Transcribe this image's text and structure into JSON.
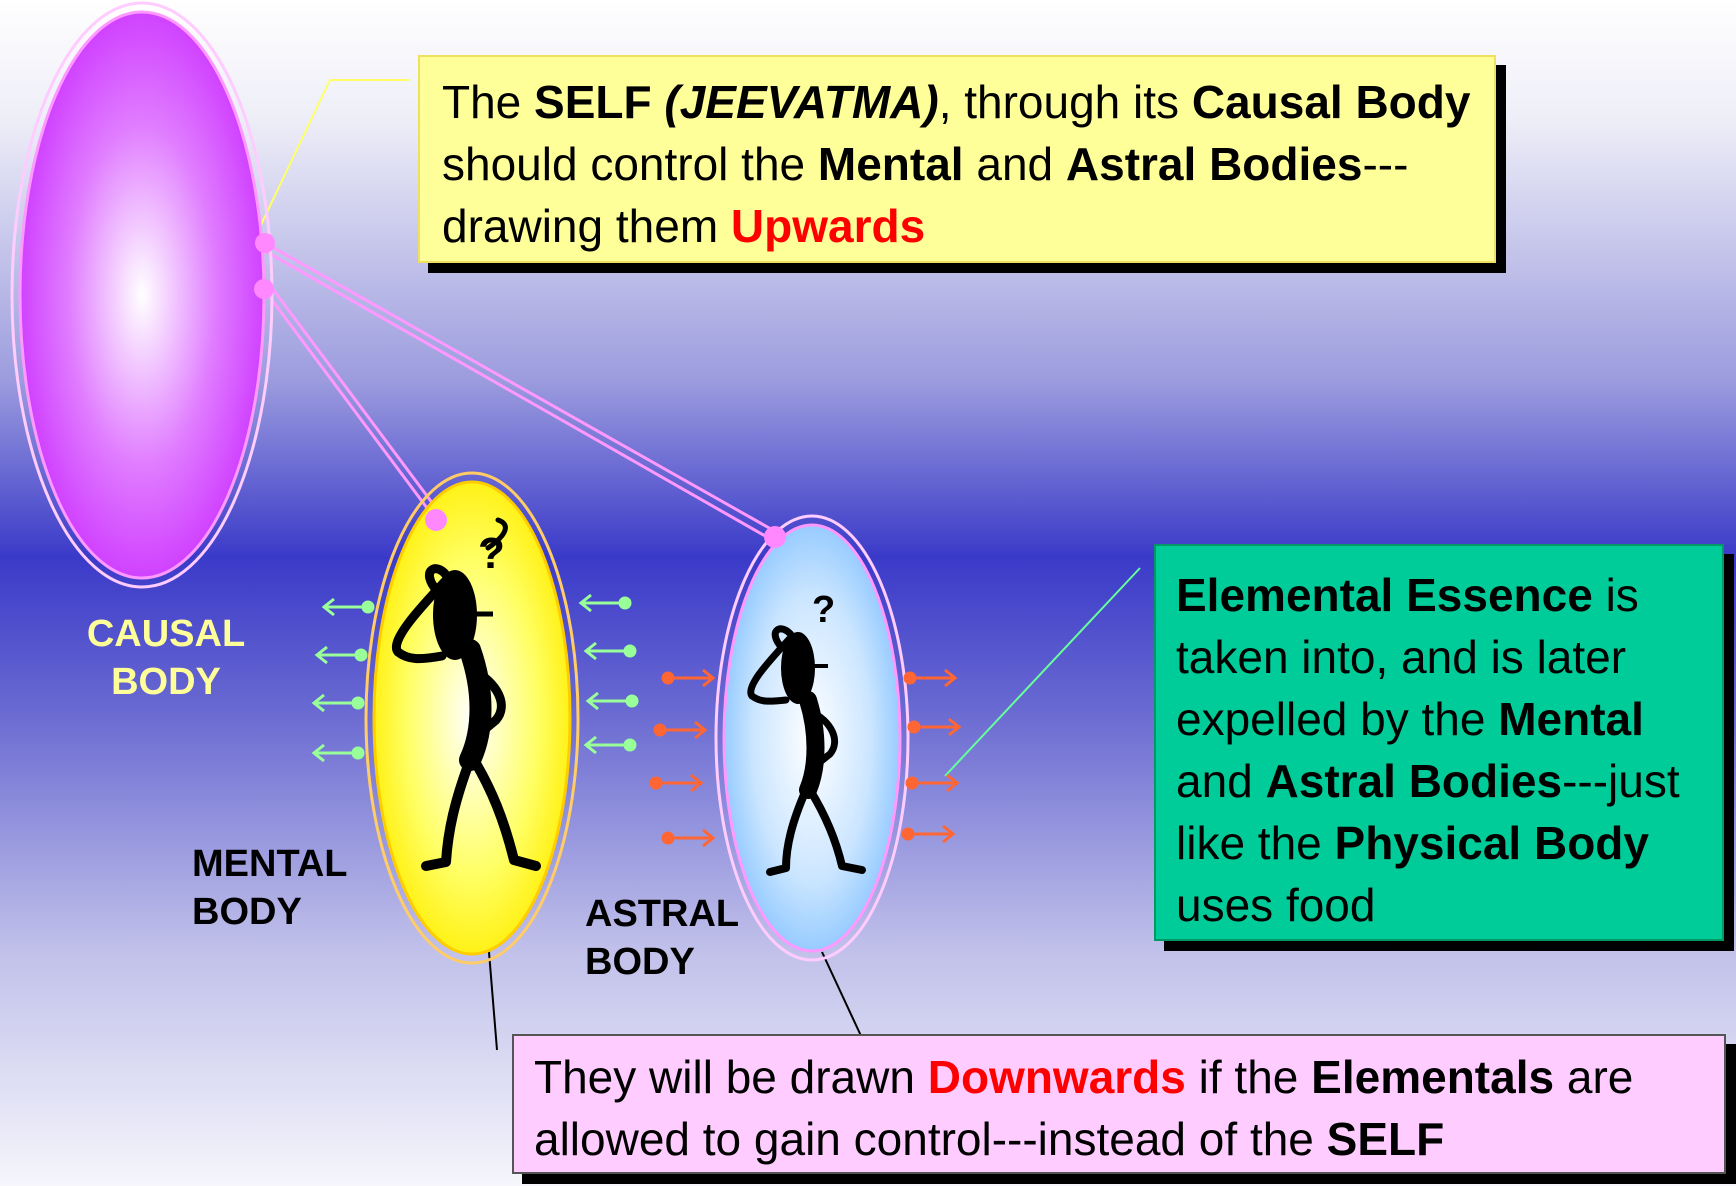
{
  "top_box": {
    "t1": "The ",
    "t2": "SELF",
    "t3": " (JEEVATMA)",
    "t4": ", through its ",
    "t5": "Causal Body",
    "t6": " should control the ",
    "t7": "Mental",
    "t8": " and ",
    "t9": "Astral Bodies",
    "t10": "---drawing them ",
    "t11": "Upwards"
  },
  "right_box": {
    "t1": "Elemental Essence",
    "t2": " is taken into, and is later expelled by the ",
    "t3": "Mental",
    "t4": " and ",
    "t5": "Astral Bodies",
    "t6": "---just like the ",
    "t7": "Physical Body",
    "t8": " uses food"
  },
  "bottom_box": {
    "t1": "They will be drawn ",
    "t2": "Downwards",
    "t3": " if the ",
    "t4": "Elementals",
    "t5": " are allowed to gain control---instead of the ",
    "t6": "SELF"
  },
  "labels": {
    "causal": "CAUSAL BODY",
    "mental": "MENTAL BODY",
    "astral": "ASTRAL BODY"
  },
  "figures": {
    "mental_mark": "?",
    "astral_mark": "?"
  },
  "colors": {
    "causal": "#cc33ff",
    "mental": "#ffff33",
    "astral": "#99ccff",
    "inward_arrows": "#99ff99",
    "outward_arrows": "#ff6633",
    "connector": "#ff99ff",
    "emphasis": "#ff0000"
  }
}
